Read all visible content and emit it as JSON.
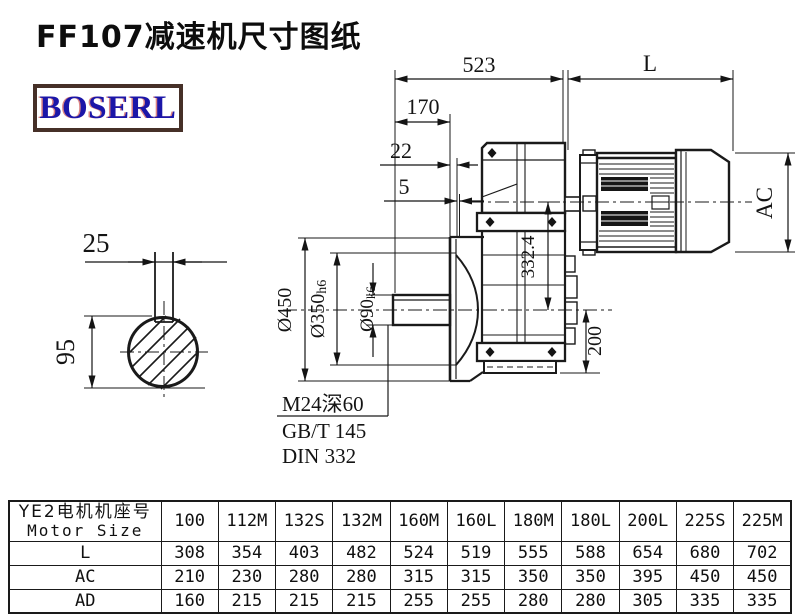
{
  "page": {
    "title": "FF107减速机尺寸图纸",
    "logo": "BOSERL"
  },
  "drawing": {
    "dims": {
      "overall_length": "523",
      "motor_length": "L",
      "shaft_length": "170",
      "flange_thickness": "22",
      "gap": "5",
      "motor_diameter": "AC",
      "center_height": "332.4",
      "bottom_height": "200",
      "flange_od": "Ø450",
      "pilot_dia": "Ø350",
      "pilot_tol": "h6",
      "shaft_dia": "Ø90",
      "shaft_tol": "k6",
      "key_width": "25",
      "key_height": "95"
    },
    "notes": {
      "tap": "M24深60",
      "std1": "GB/T 145",
      "std2": "DIN 332"
    }
  },
  "table": {
    "header_cn": "YE2电机机座号",
    "header_en": "Motor Size",
    "col_headers": [
      "100",
      "112M",
      "132S",
      "132M",
      "160M",
      "160L",
      "180M",
      "180L",
      "200L",
      "225S",
      "225M"
    ],
    "rows": [
      {
        "label": "L",
        "values": [
          308,
          354,
          403,
          482,
          524,
          519,
          555,
          588,
          654,
          680,
          702
        ]
      },
      {
        "label": "AC",
        "values": [
          210,
          230,
          280,
          280,
          315,
          315,
          350,
          350,
          395,
          450,
          450
        ]
      },
      {
        "label": "AD",
        "values": [
          160,
          215,
          215,
          215,
          255,
          255,
          280,
          280,
          305,
          335,
          335
        ]
      }
    ]
  }
}
